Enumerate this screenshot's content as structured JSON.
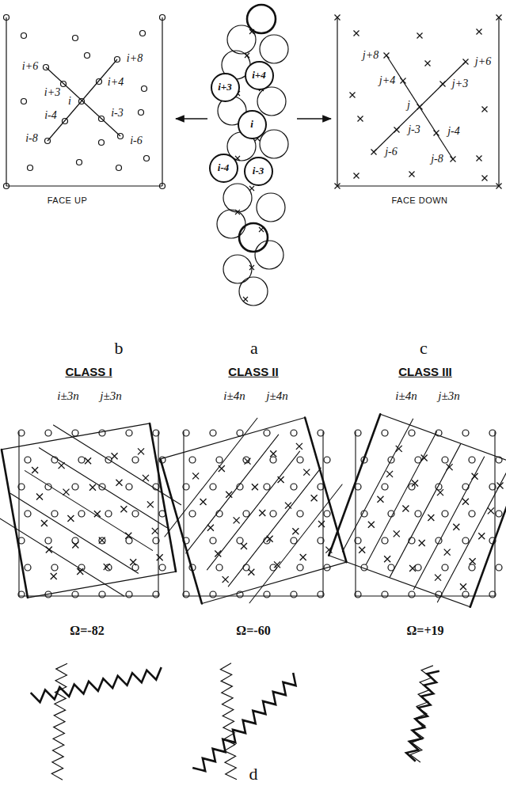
{
  "diagram": {
    "nodes": [
      {
        "text": [
          "i+4"
        ]
      },
      {
        "text": [
          "i+3"
        ]
      },
      {
        "text": [
          "i"
        ]
      },
      {
        "text": [
          "i-4"
        ]
      },
      {
        "text": [
          "i-3"
        ]
      }
    ],
    "labels": [
      "b",
      "a",
      "c",
      "FACE UP",
      "FACE DOWN",
      "i+6",
      "i+8",
      "i+3",
      "i+4",
      "i",
      "i-3",
      "i-4",
      "i-6",
      "i-8",
      "j+8",
      "j+4",
      "j+6",
      "j+3",
      "j",
      "j-3",
      "j-4",
      "j-6",
      "j-8",
      "CLASS I",
      "i±3n",
      "j±3n",
      "CLASS II",
      "i±4n",
      "j±4n",
      "CLASS III",
      "i±4n",
      "j±3n",
      "Ω=-82",
      "Ω=-60",
      "Ω=+19",
      "d"
    ]
  }
}
